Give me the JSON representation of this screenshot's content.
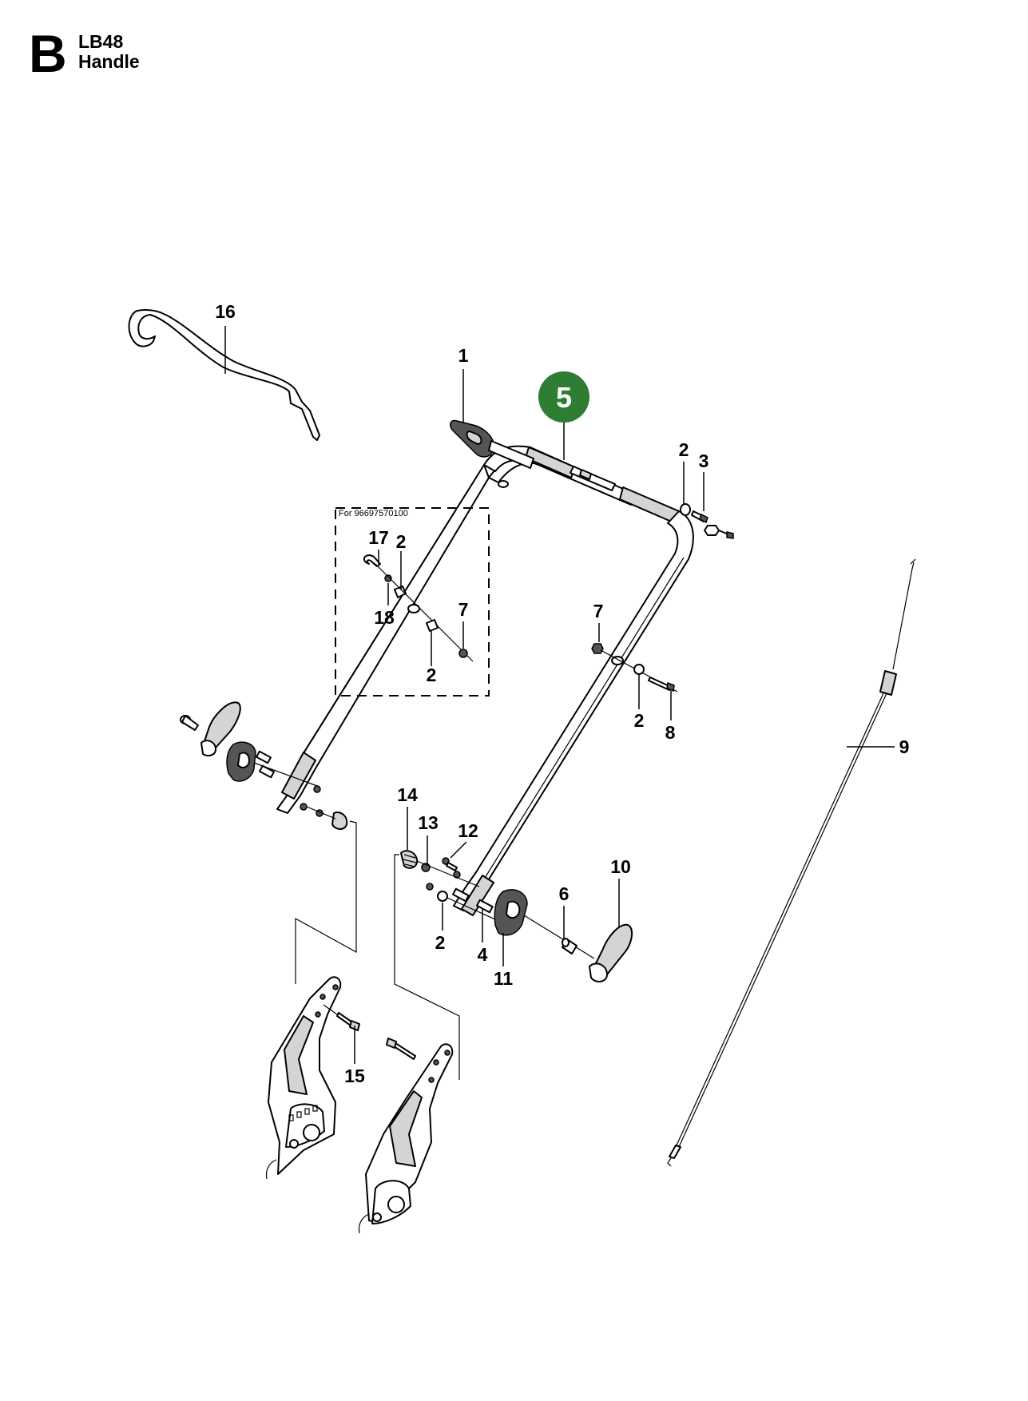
{
  "header": {
    "section_letter": "B",
    "model": "LB48",
    "title": "Handle"
  },
  "note_box": {
    "text": "For 96697570100"
  },
  "callouts": [
    {
      "id": "c1",
      "label": "1"
    },
    {
      "id": "c2a",
      "label": "2"
    },
    {
      "id": "c3",
      "label": "3"
    },
    {
      "id": "c16",
      "label": "16"
    },
    {
      "id": "c17",
      "label": "17"
    },
    {
      "id": "c2b",
      "label": "2"
    },
    {
      "id": "c18",
      "label": "18"
    },
    {
      "id": "c7a",
      "label": "7"
    },
    {
      "id": "c2c",
      "label": "2"
    },
    {
      "id": "c7b",
      "label": "7"
    },
    {
      "id": "c2d",
      "label": "2"
    },
    {
      "id": "c8",
      "label": "8"
    },
    {
      "id": "c9",
      "label": "9"
    },
    {
      "id": "c14",
      "label": "14"
    },
    {
      "id": "c13",
      "label": "13"
    },
    {
      "id": "c12",
      "label": "12"
    },
    {
      "id": "c10",
      "label": "10"
    },
    {
      "id": "c6",
      "label": "6"
    },
    {
      "id": "c2e",
      "label": "2"
    },
    {
      "id": "c4",
      "label": "4"
    },
    {
      "id": "c11",
      "label": "11"
    },
    {
      "id": "c15",
      "label": "15"
    }
  ],
  "highlight": {
    "label": "5",
    "color": "#2e7d32"
  }
}
